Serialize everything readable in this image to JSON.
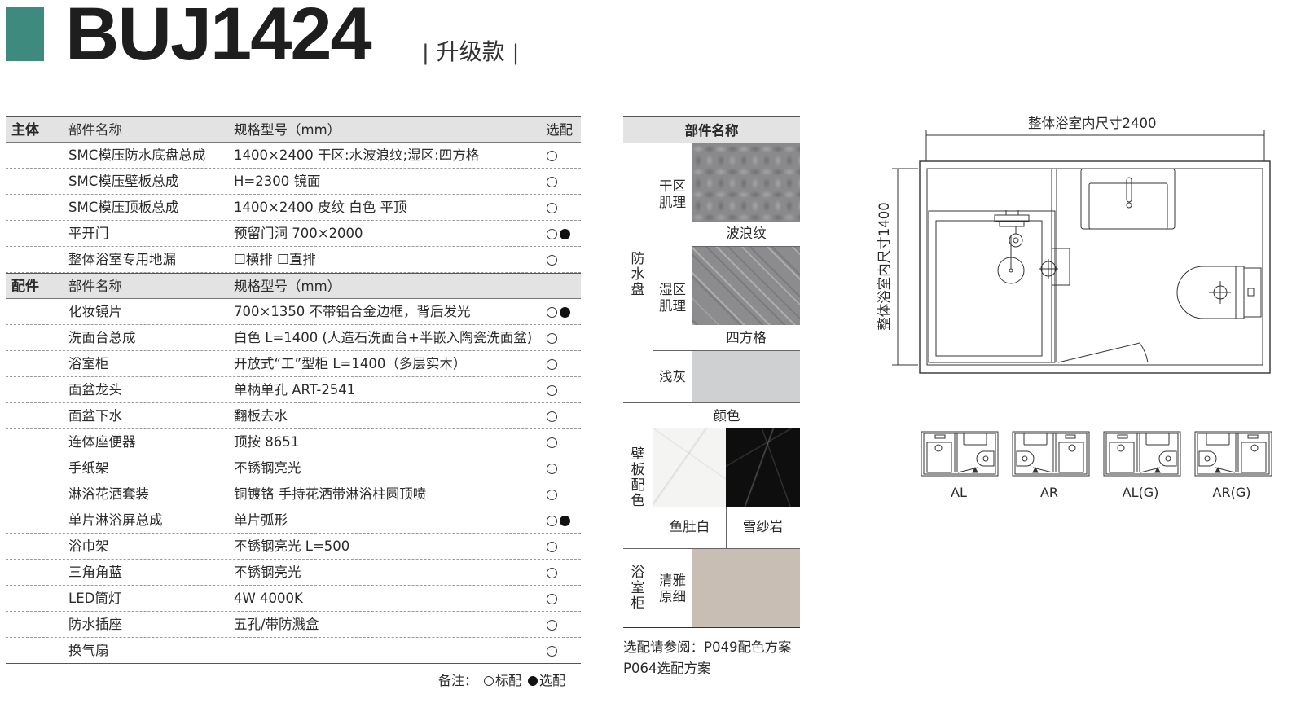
{
  "header": {
    "model": "BUJ1424",
    "version": "升级款",
    "bar": "|"
  },
  "parts": {
    "main": {
      "section": "主体",
      "col_name": "部件名称",
      "col_spec": "规格型号（mm）",
      "col_opt": "选配",
      "rows": [
        {
          "name": "SMC模压防水底盘总成",
          "spec": "1400×2400 干区:水波浪纹;湿区:四方格",
          "opt": "std"
        },
        {
          "name": "SMC模压壁板总成",
          "spec": "H=2300 镜面",
          "opt": "std"
        },
        {
          "name": "SMC模压顶板总成",
          "spec": "1400×2400 皮纹 白色 平顶",
          "opt": "std"
        },
        {
          "name": "平开门",
          "spec": "预留门洞 700×2000",
          "opt": "both"
        },
        {
          "name": "整体浴室专用地漏",
          "spec": "☐横排 ☐直排",
          "opt": "std"
        }
      ]
    },
    "acc": {
      "section": "配件",
      "col_name": "部件名称",
      "col_spec": "规格型号（mm）",
      "rows": [
        {
          "name": "化妆镜片",
          "spec": "700×1350 不带铝合金边框，背后发光",
          "opt": "both"
        },
        {
          "name": "洗面台总成",
          "spec": "白色 L=1400 (人造石洗面台+半嵌入陶瓷洗面盆)",
          "opt": "std"
        },
        {
          "name": "浴室柜",
          "spec": "开放式“工”型柜 L=1400（多层实木）",
          "opt": "std"
        },
        {
          "name": "面盆龙头",
          "spec": "单柄单孔 ART-2541",
          "opt": "std"
        },
        {
          "name": "面盆下水",
          "spec": "翻板去水",
          "opt": "std"
        },
        {
          "name": "连体座便器",
          "spec": "顶按 8651",
          "opt": "std"
        },
        {
          "name": "手纸架",
          "spec": "不锈钢亮光",
          "opt": "std"
        },
        {
          "name": "淋浴花洒套装",
          "spec": "铜镀铬  手持花洒带淋浴柱圆顶喷",
          "opt": "std"
        },
        {
          "name": "单片淋浴屏总成",
          "spec": "单片弧形",
          "opt": "both"
        },
        {
          "name": "浴巾架",
          "spec": "不锈钢亮光 L=500",
          "opt": "std"
        },
        {
          "name": "三角角蓝",
          "spec": "不锈钢亮光",
          "opt": "std"
        },
        {
          "name": "LED筒灯",
          "spec": "4W 4000K",
          "opt": "std"
        },
        {
          "name": "防水插座",
          "spec": "五孔/带防溅盒",
          "opt": "std"
        },
        {
          "name": "换气扇",
          "spec": "",
          "opt": "std"
        }
      ]
    },
    "note": {
      "prefix": "备注：",
      "std": "标配",
      "opt": "选配"
    }
  },
  "colors": {
    "head": "部件名称",
    "tray": {
      "group": "防水盘",
      "dry": "干区肌理",
      "wave": "波浪纹",
      "wet": "湿区肌理",
      "grid": "四方格",
      "light": "浅灰"
    },
    "wall": {
      "group": "壁板配色",
      "color": "颜色",
      "white": "鱼肚白",
      "snow": "雪纱岩"
    },
    "cabinet": {
      "group": "浴室柜",
      "name": "清雅原细"
    },
    "ref1": "选配请参阅：P049配色方案",
    "ref2": "P064选配方案",
    "swatches": {
      "grey": "#cfd0d2",
      "beige": "#c8beb4",
      "accent": "#3f8a7e"
    }
  },
  "diagram": {
    "width_label": "整体浴室内尺寸2400",
    "depth_label": "整体浴室内尺寸1400",
    "layouts": [
      "AL",
      "AR",
      "AL(G)",
      "AR(G)"
    ]
  }
}
